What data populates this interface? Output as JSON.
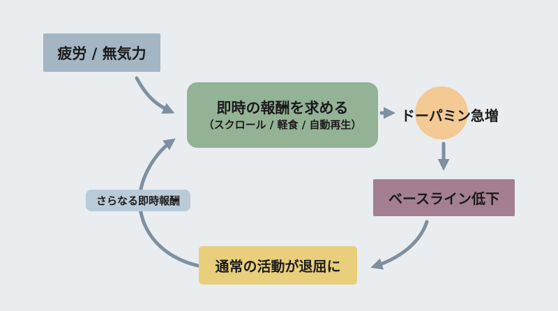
{
  "diagram": {
    "type": "flowchart-cycle",
    "language": "ja",
    "nodes": {
      "fatigue": {
        "label": "疲労 / 無気力",
        "shape": "rectangle",
        "color": "#a4b6c3"
      },
      "seek": {
        "label": "即時の報酬を求める",
        "sublabel": "（スクロール / 軽食 / 自動再生）",
        "shape": "rounded-rectangle",
        "color": "#94b296"
      },
      "dopamine": {
        "label": "ドーパミン急増",
        "shape": "circle",
        "color": "#f3c994"
      },
      "baseline": {
        "label": "ベースライン低下",
        "shape": "rectangle",
        "color": "#a37f91"
      },
      "boring": {
        "label": "通常の活動が退屈に",
        "shape": "rectangle",
        "color": "#e9cf7c"
      },
      "more_reward": {
        "label": "さらなる即時報酬",
        "shape": "pill-label",
        "color": "#b9cbd8"
      }
    },
    "edges": [
      {
        "from": "fatigue",
        "to": "seek",
        "style": "curved"
      },
      {
        "from": "seek",
        "to": "dopamine",
        "style": "straight"
      },
      {
        "from": "dopamine",
        "to": "baseline",
        "style": "straight"
      },
      {
        "from": "baseline",
        "to": "boring",
        "style": "curved"
      },
      {
        "from": "boring",
        "to": "seek",
        "style": "curved-arc",
        "label_node": "more_reward"
      }
    ],
    "colors": {
      "background": "#e9edef",
      "arrow": "#7e909f",
      "text": "#1b1b1b"
    }
  }
}
